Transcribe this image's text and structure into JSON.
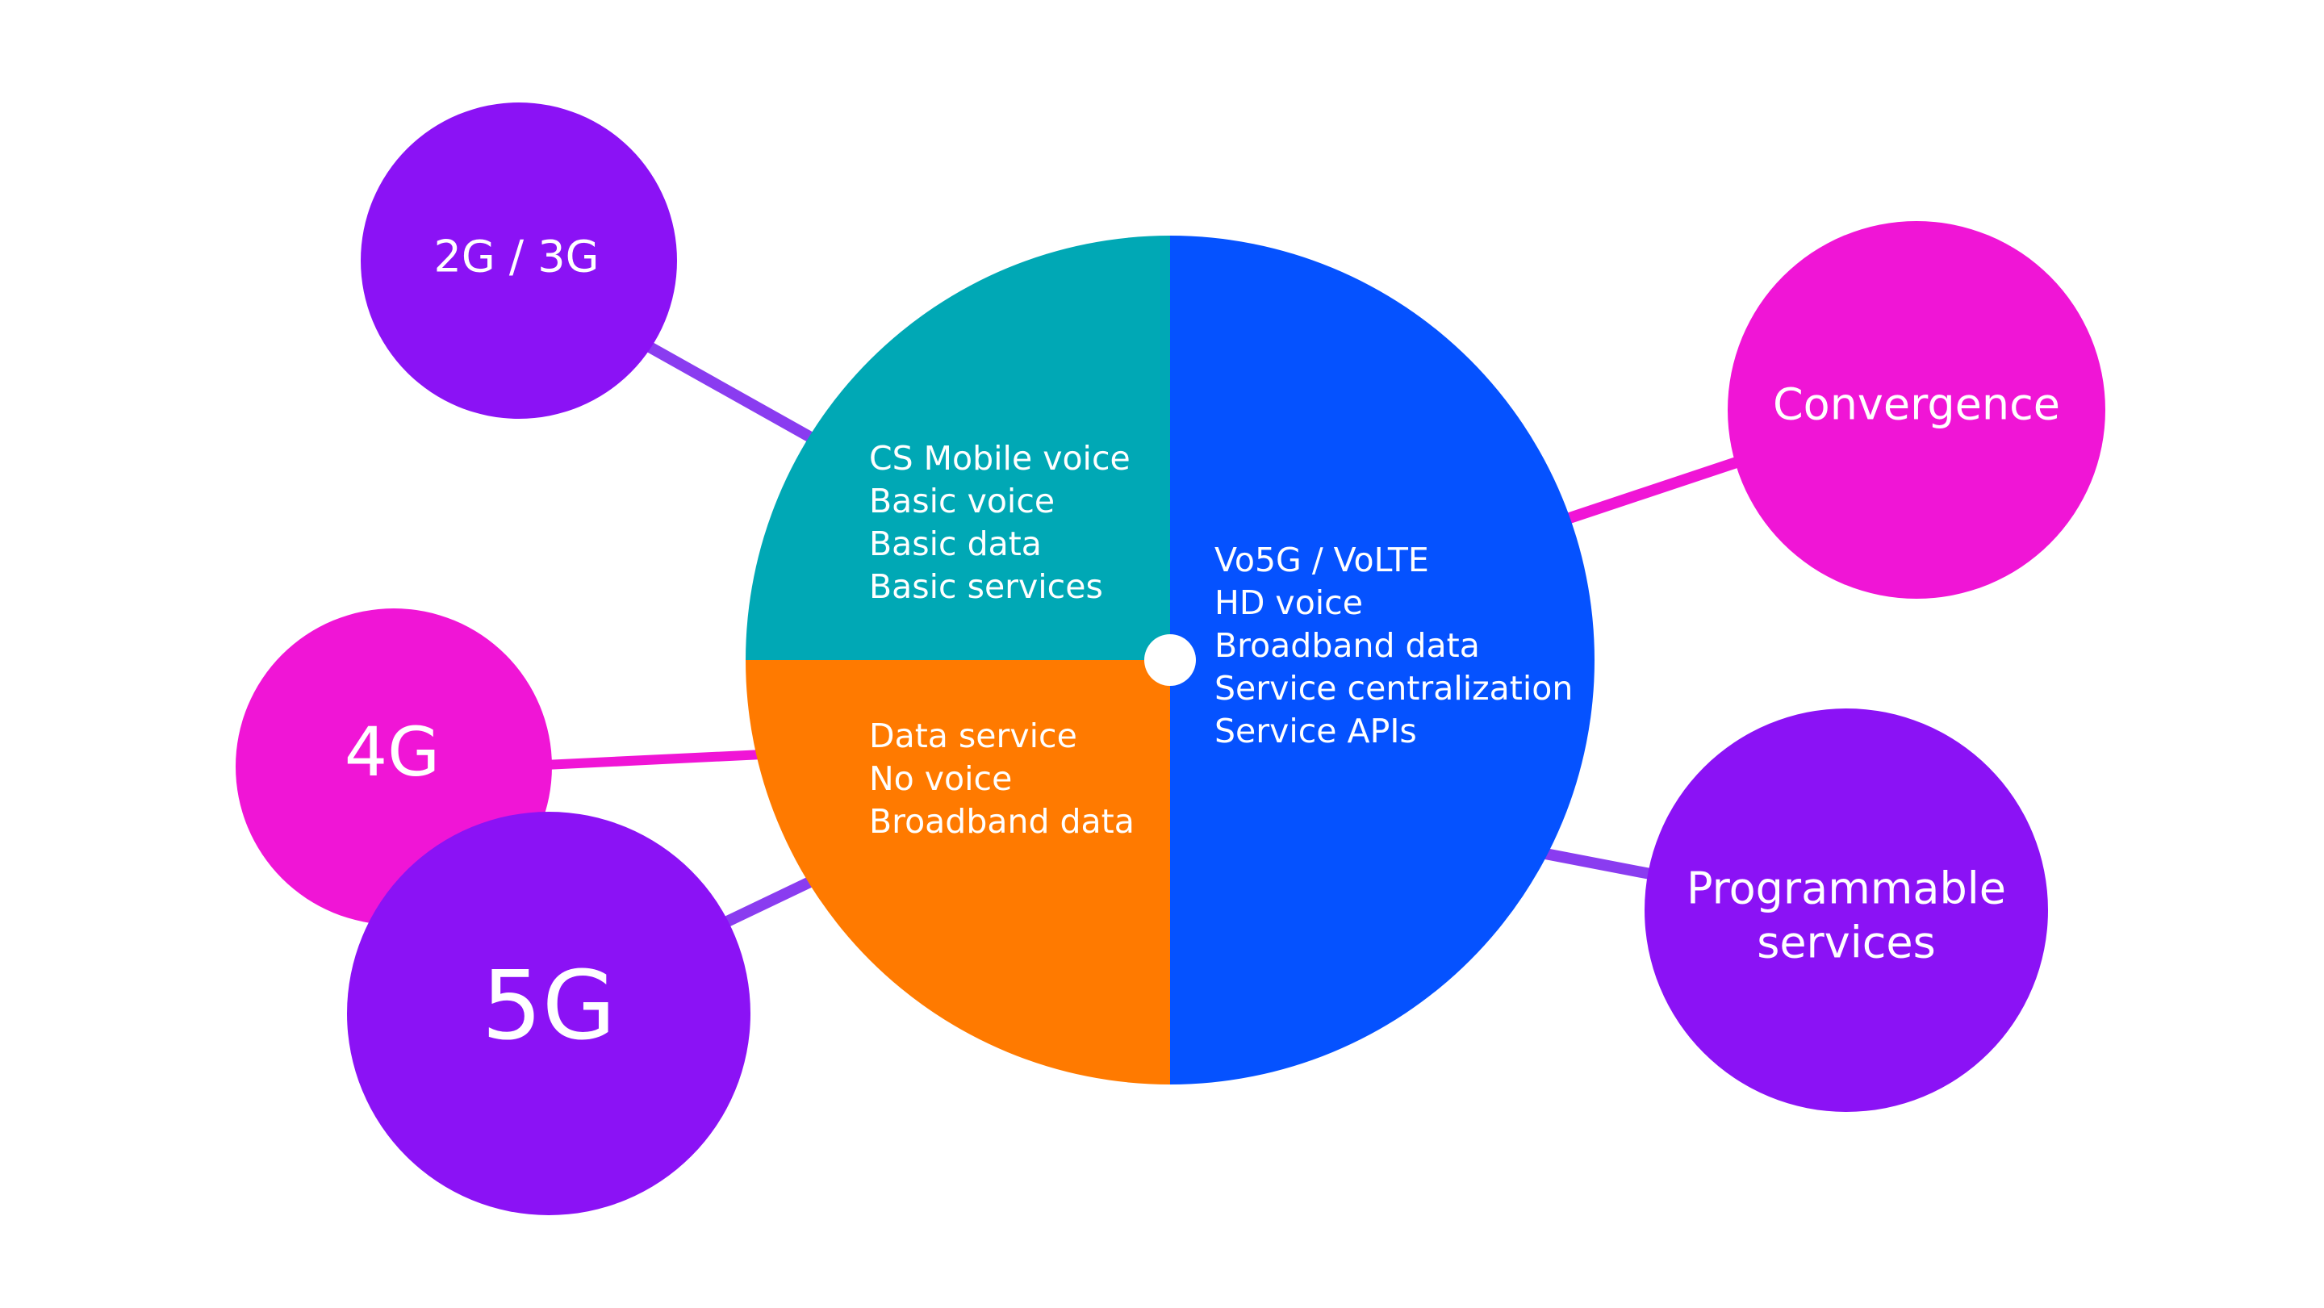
{
  "colors": {
    "background": "#ffffff",
    "purple": "#8B12F5",
    "magenta": "#F015D6",
    "teal": "#00A8B5",
    "orange": "#FF7A00",
    "blue": "#0552FF",
    "connector_purple": "#8A3CF0",
    "connector_magenta": "#F015D6",
    "center_dot": "#ffffff"
  },
  "segments": {
    "top_left": {
      "lines": [
        "CS Mobile voice",
        "Basic voice",
        "Basic data",
        "Basic services"
      ]
    },
    "bottom_left": {
      "lines": [
        "Data service",
        "No voice",
        "Broadband data"
      ]
    },
    "right": {
      "lines": [
        "Vo5G / VoLTE",
        "HD voice",
        "Broadband data",
        "Service centralization",
        "Service APIs"
      ]
    }
  },
  "bubbles": {
    "g23": {
      "label": "2G / 3G"
    },
    "g4": {
      "label": "4G"
    },
    "g5": {
      "label": "5G"
    },
    "convergence": {
      "label": "Convergence"
    },
    "programmable": {
      "lines": [
        "Programmable",
        "services"
      ]
    }
  }
}
